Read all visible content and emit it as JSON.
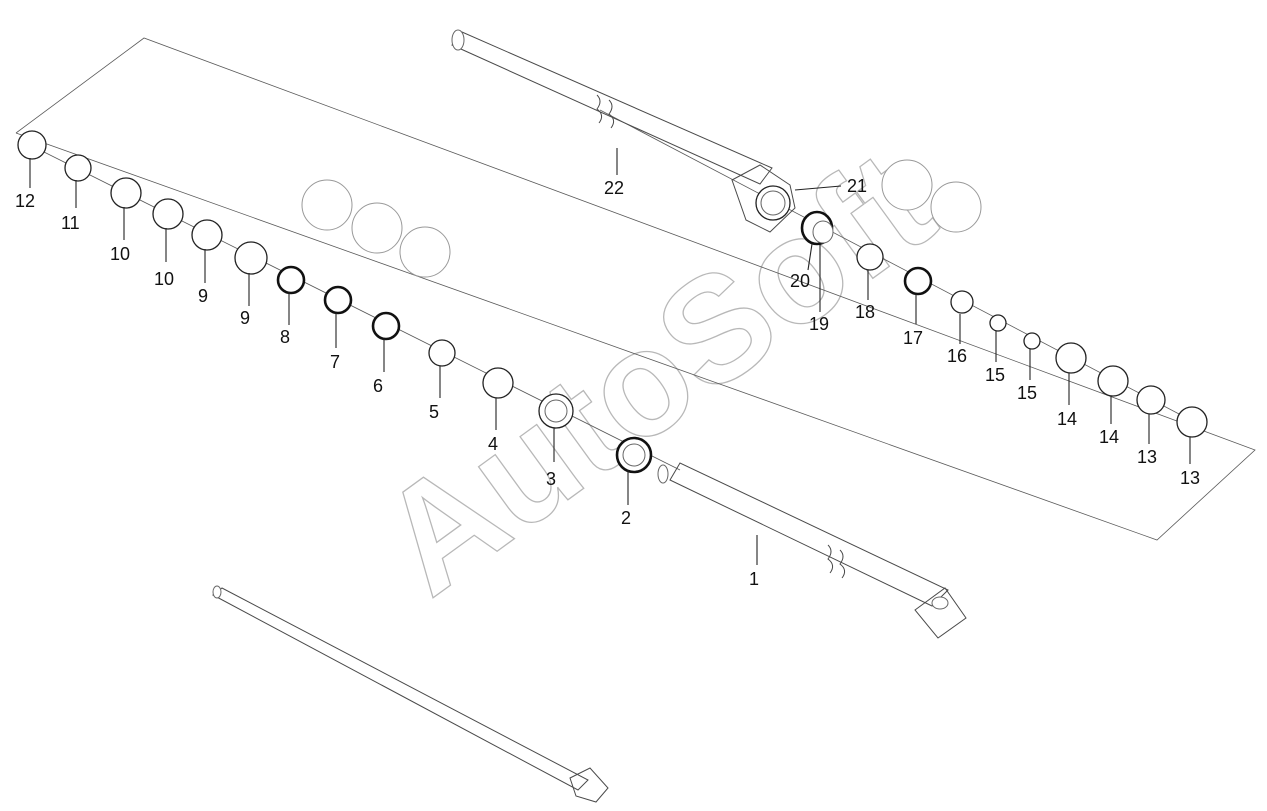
{
  "watermark": "AutoSoft",
  "labels": {
    "l1": "1",
    "l2": "2",
    "l3": "3",
    "l4": "4",
    "l5": "5",
    "l6": "6",
    "l7": "7",
    "l8": "8",
    "l9a": "9",
    "l9b": "9",
    "l10a": "10",
    "l10b": "10",
    "l11": "11",
    "l12": "12",
    "l13a": "13",
    "l13b": "13",
    "l14a": "14",
    "l14b": "14",
    "l15a": "15",
    "l15b": "15",
    "l16": "16",
    "l17": "17",
    "l18": "18",
    "l19": "19",
    "l20": "20",
    "l21": "21",
    "l22": "22"
  },
  "colors": {
    "line": "#4a4a4a",
    "text": "#111111",
    "watermark": "#b8b8b8"
  }
}
